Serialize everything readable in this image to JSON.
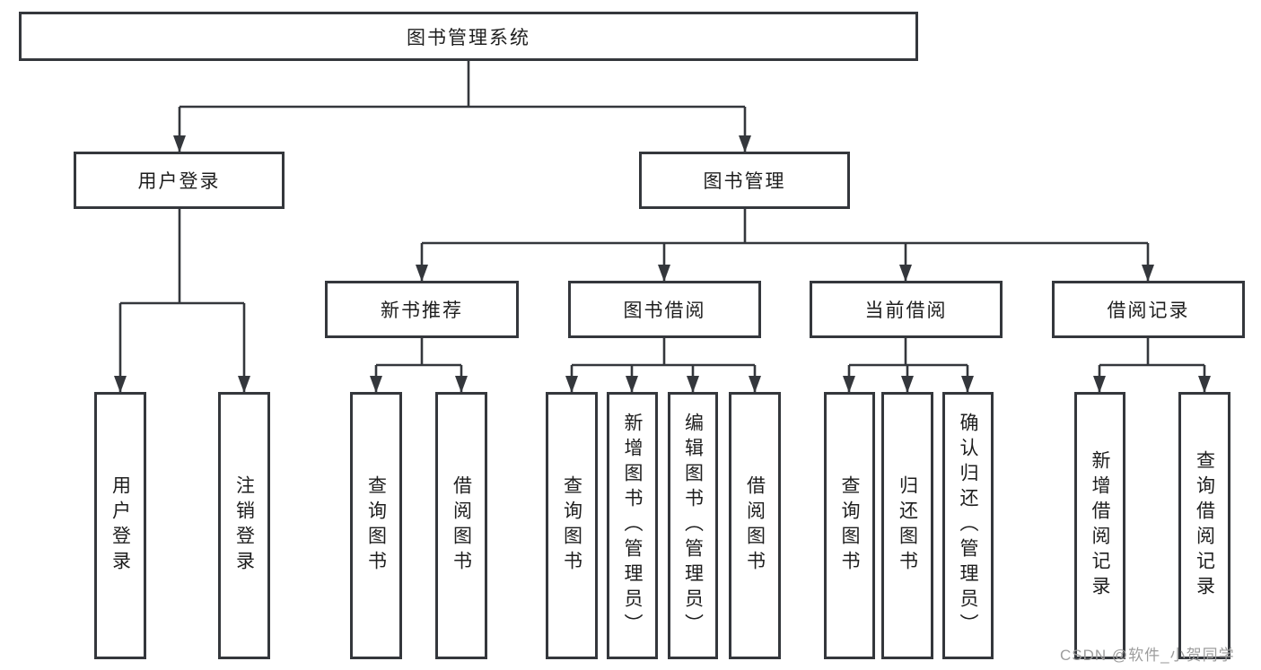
{
  "diagram": {
    "nodes": {
      "root": "图书管理系统",
      "user_login": "用户登录",
      "book_mgmt": "图书管理",
      "new_book_rec": "新书推荐",
      "book_borrow": "图书借阅",
      "current_borrow": "当前借阅",
      "borrow_record": "借阅记录",
      "leaf_user_login": "用户登录",
      "leaf_logout": "注销登录",
      "leaf_rec_query_book": "查询图书",
      "leaf_rec_borrow_book": "借阅图书",
      "leaf_bb_query_book": "查询图书",
      "leaf_bb_add_book": "新增图书（管理员）",
      "leaf_bb_edit_book": "编辑图书（管理员）",
      "leaf_bb_borrow_book": "借阅图书",
      "leaf_cb_query_book": "查询图书",
      "leaf_cb_return_book": "归还图书",
      "leaf_cb_confirm_return": "确认归还（管理员）",
      "leaf_br_add_record": "新增借阅记录",
      "leaf_br_query_record": "查询借阅记录"
    },
    "colors": {
      "line": "#34373c",
      "text": "#1e1e1e",
      "background": "#ffffff",
      "watermark_text": "#9d9d9d"
    }
  },
  "watermark": "CSDN @软件_小贺同学"
}
